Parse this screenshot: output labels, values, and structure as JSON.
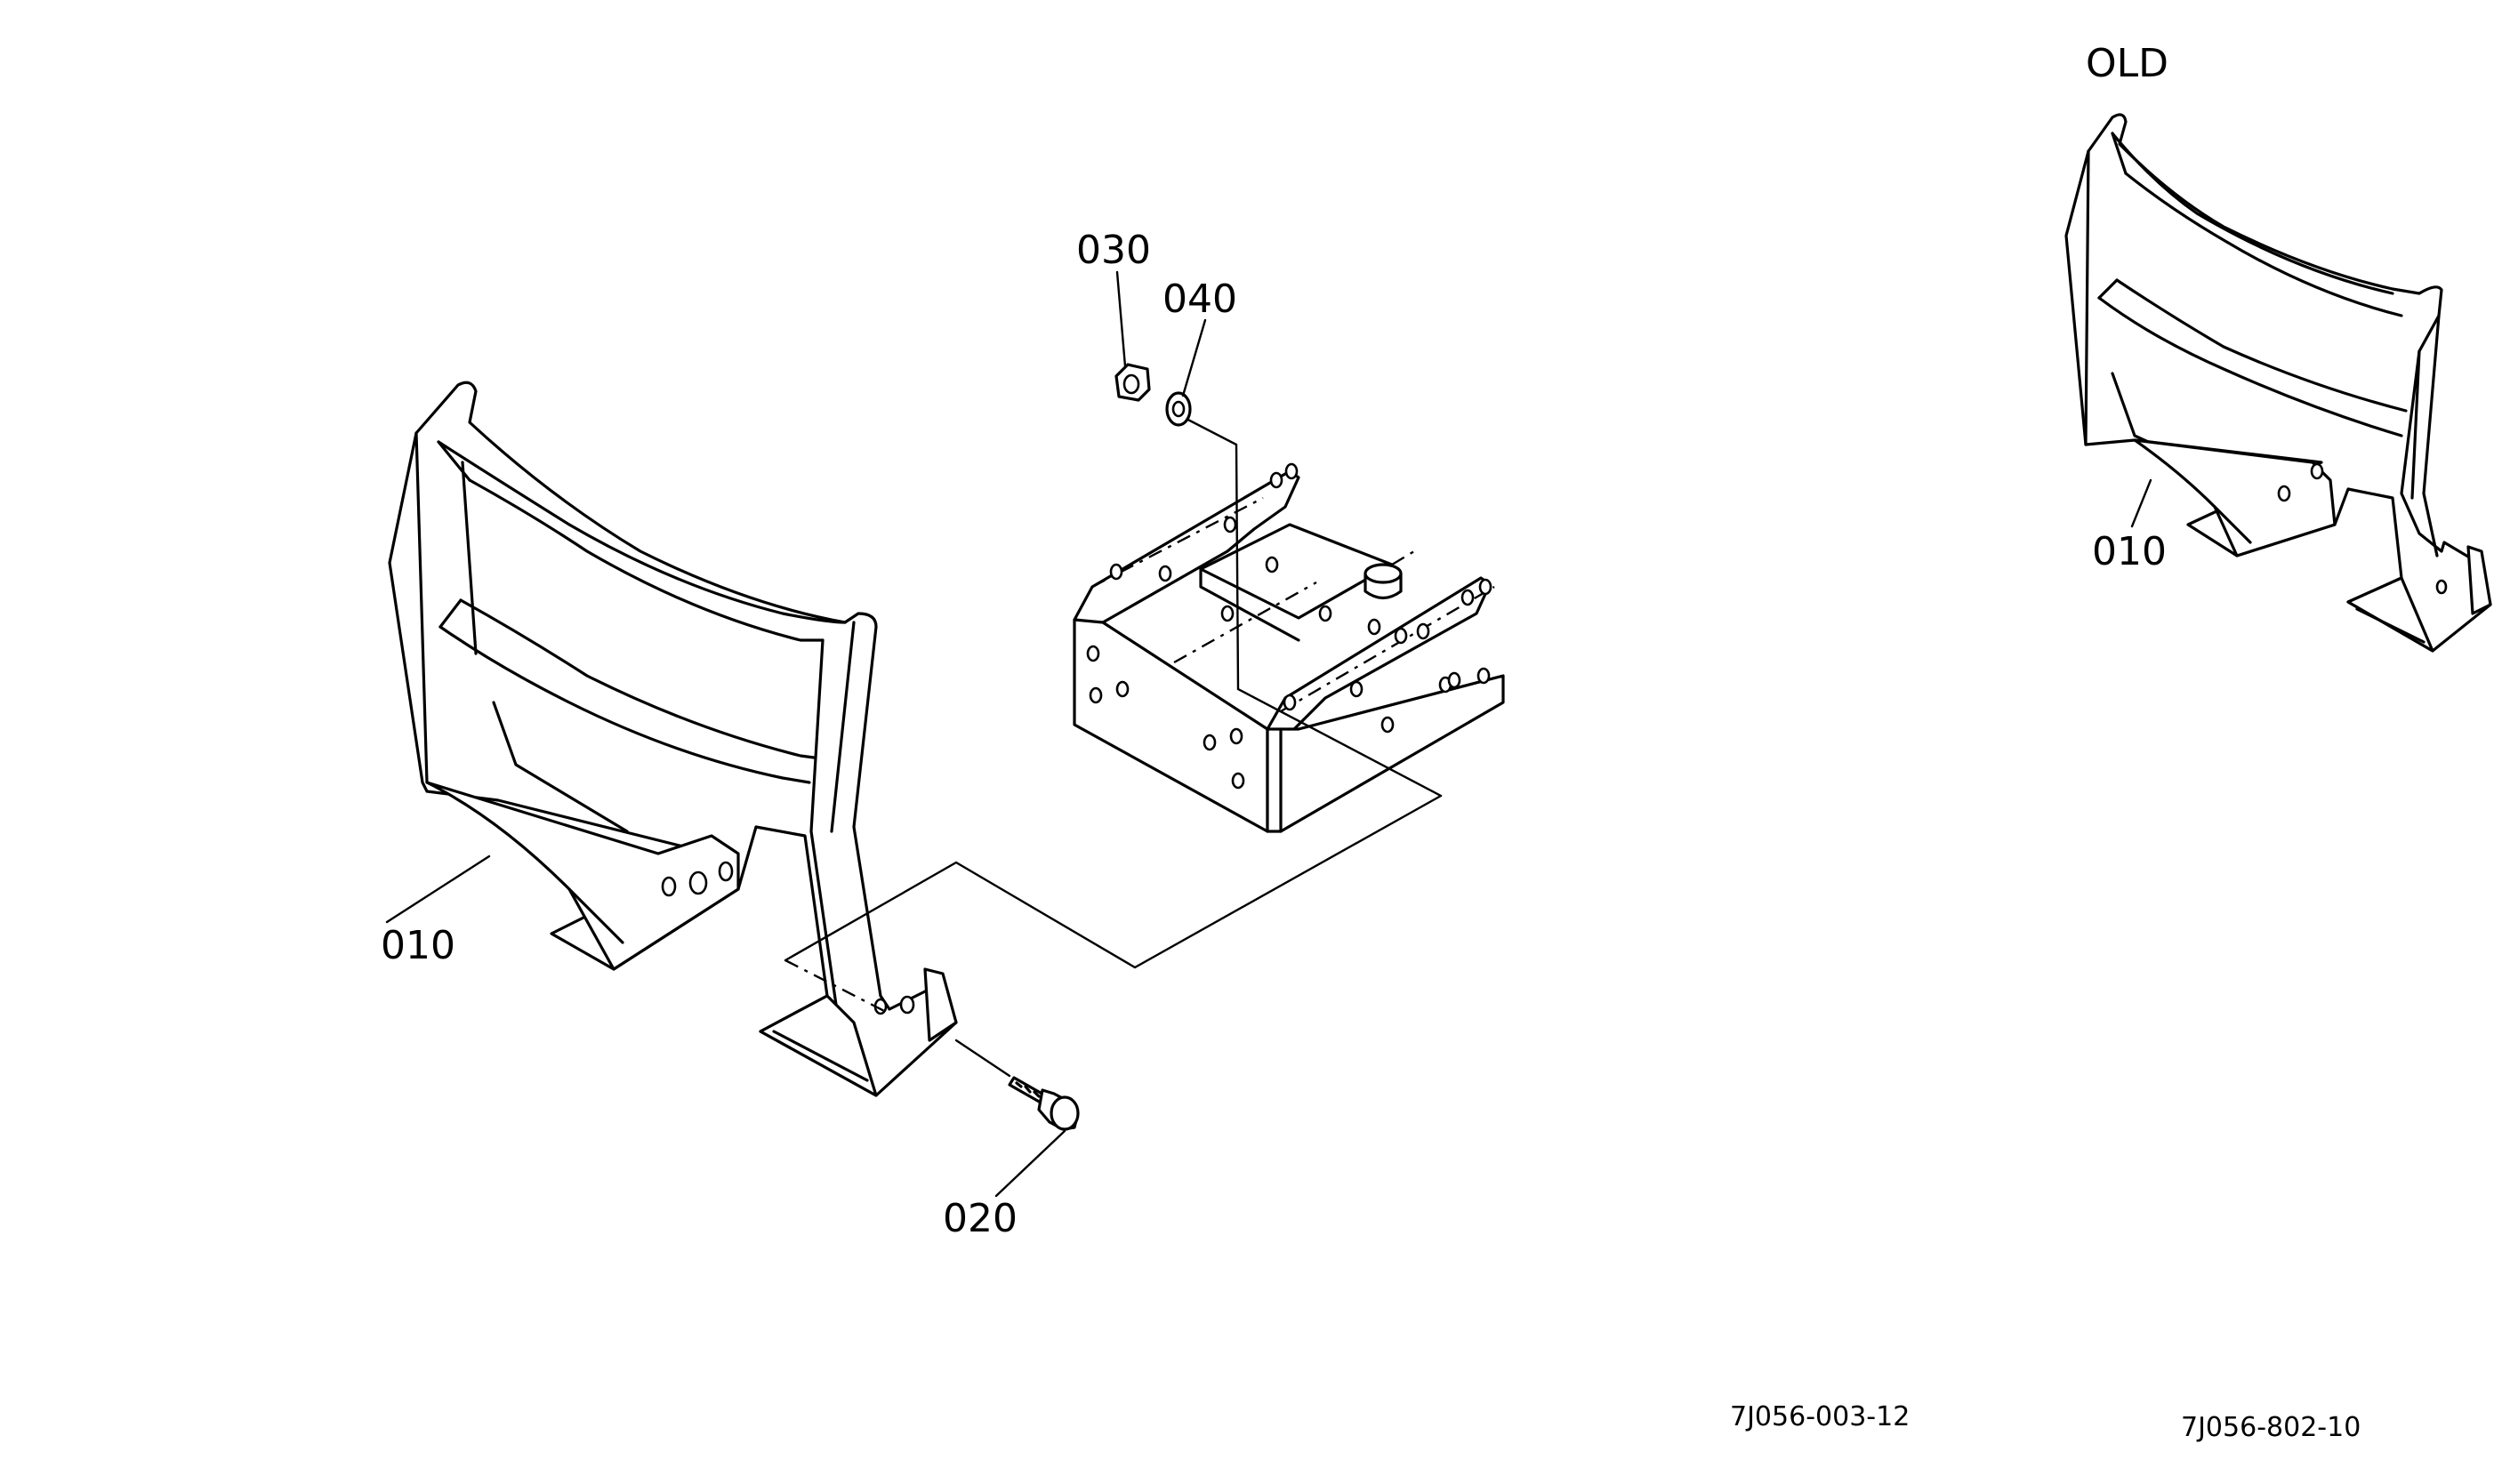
{
  "callouts": {
    "frame_main": "010",
    "bolt": "020",
    "nut": "030",
    "washer": "040",
    "frame_old": "010"
  },
  "old_label": "OLD",
  "figure_codes": {
    "left": "7J056-003-12",
    "right": "7J056-802-10"
  }
}
